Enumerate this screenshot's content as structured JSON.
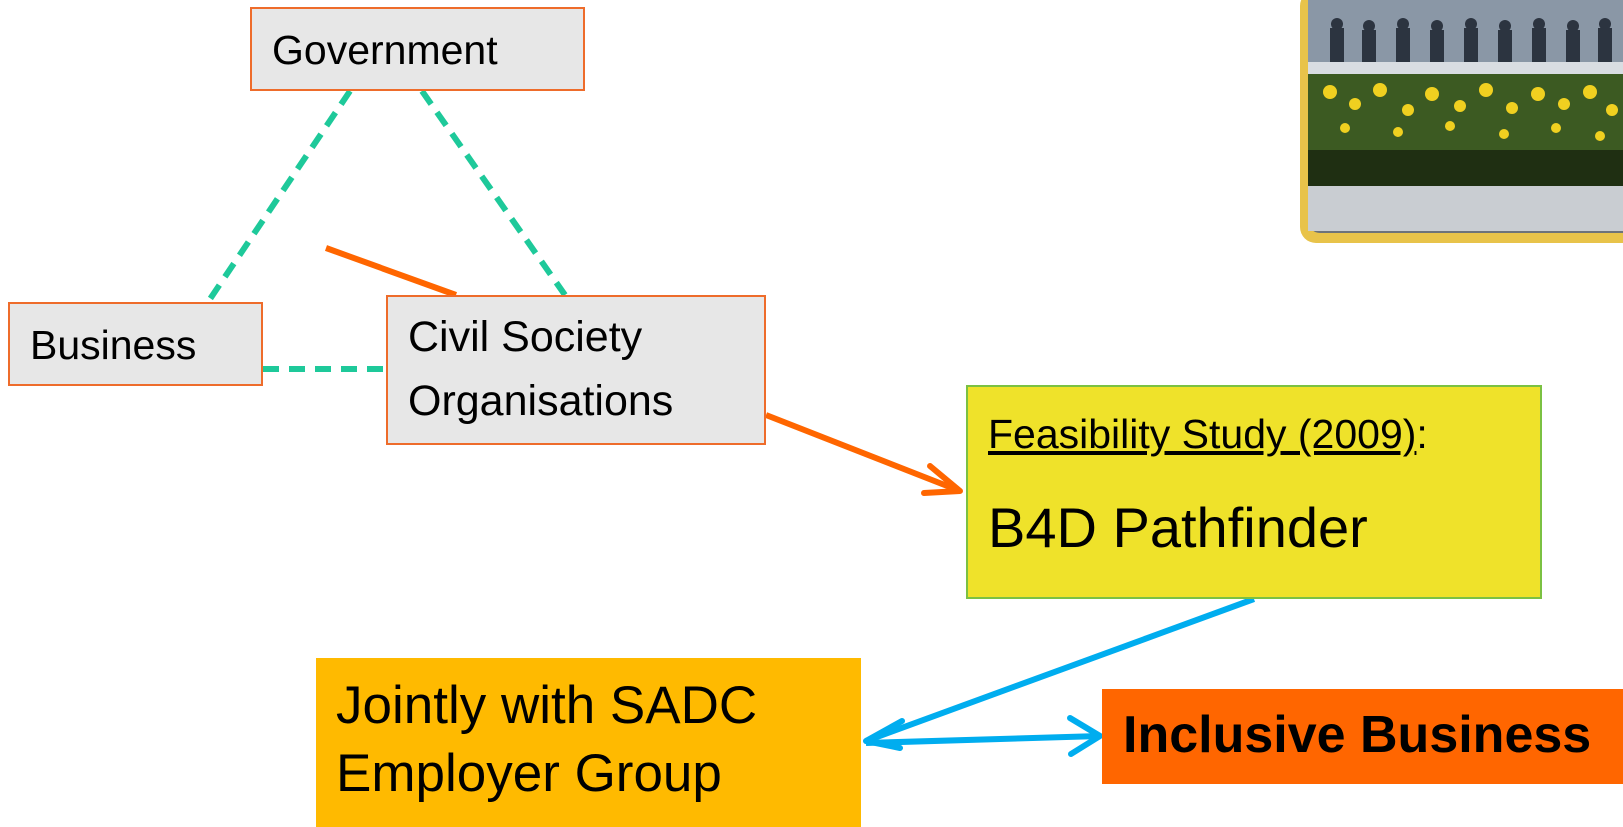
{
  "nodes": {
    "government": "Government",
    "business": "Business",
    "civil_society": {
      "line1": "Civil Society",
      "line2": "Organisations"
    },
    "feasibility": {
      "heading": "Feasibility Study (2009)",
      "colon": ":",
      "title": "B4D Pathfinder"
    },
    "sadc": {
      "line1": "Jointly with SADC",
      "line2": "Employer Group"
    },
    "inclusive": "Inclusive Business"
  },
  "colors": {
    "dashed_link": "#1ec99a",
    "orange_arrow": "#ff6600",
    "blue_arrow": "#00adef",
    "grey_box_fill": "#e7e7e7",
    "grey_box_border": "#ee6c2b",
    "feasibility_fill": "#efe22a",
    "feasibility_border": "#7bc142",
    "sadc_fill": "#ffba00",
    "inclusive_fill": "#ff6600"
  },
  "photo": {
    "description_icon": "conference-photo-icon"
  }
}
